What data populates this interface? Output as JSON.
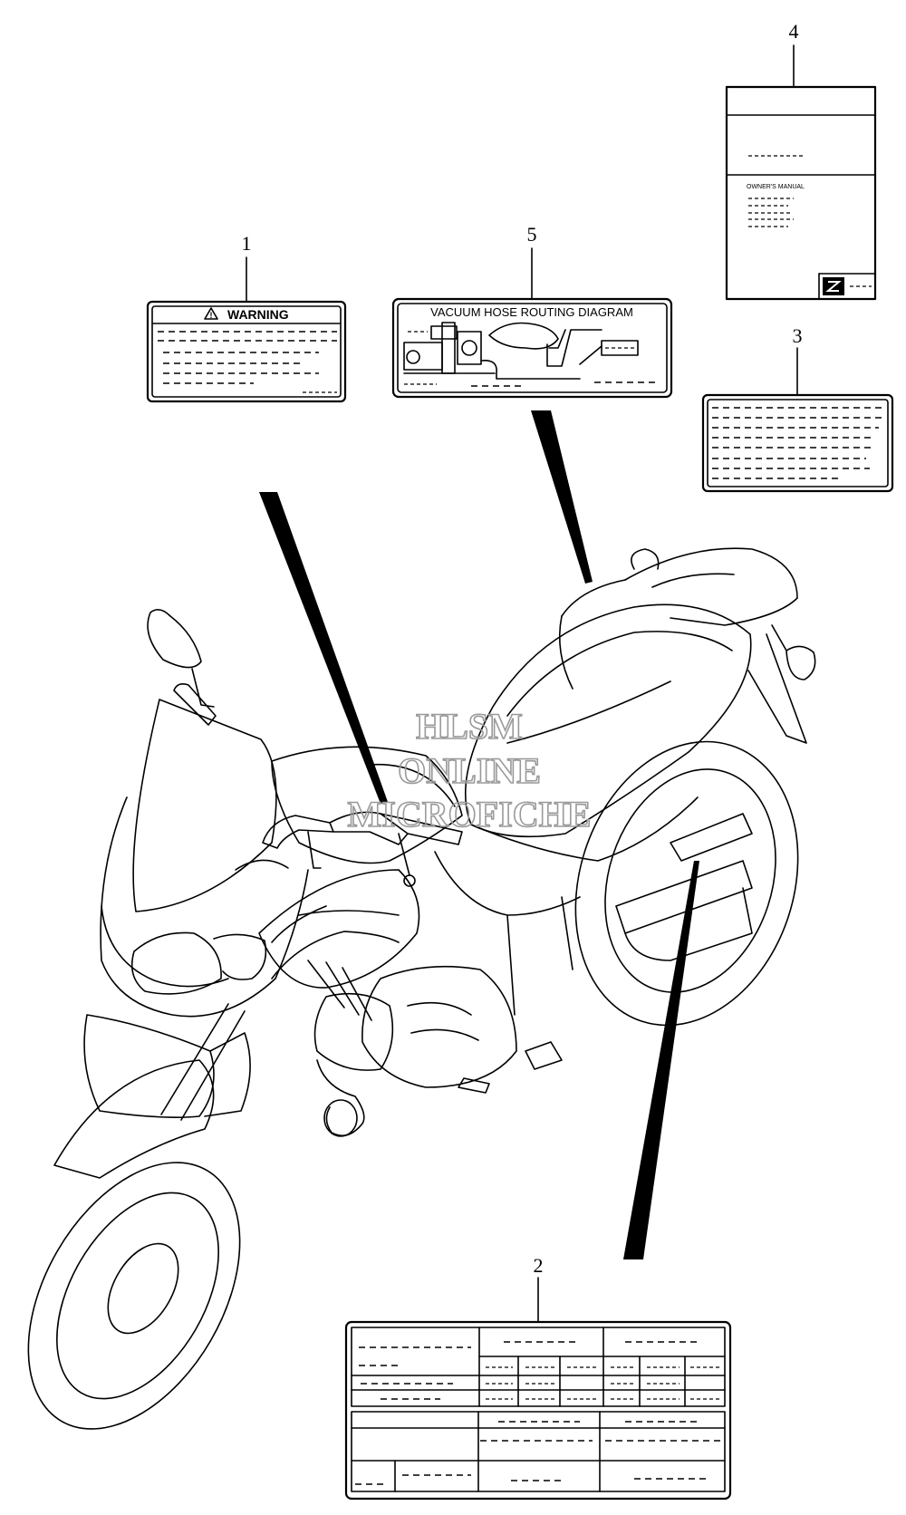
{
  "callouts": [
    {
      "id": "1",
      "label": "1"
    },
    {
      "id": "2",
      "label": "2"
    },
    {
      "id": "3",
      "label": "3"
    },
    {
      "id": "4",
      "label": "4"
    },
    {
      "id": "5",
      "label": "5"
    }
  ],
  "labels": {
    "warning": "WARNING",
    "vacuum_hose": "VACUUM HOSE ROUTING DIAGRAM",
    "owners_manual": "OWNER'S MANUAL"
  },
  "watermark": {
    "line1": "HLSM",
    "line2": "ONLINE",
    "line3": "MICROFICHE"
  },
  "colors": {
    "line": "#000000",
    "background": "#ffffff",
    "watermark": "#9a9a9a"
  }
}
